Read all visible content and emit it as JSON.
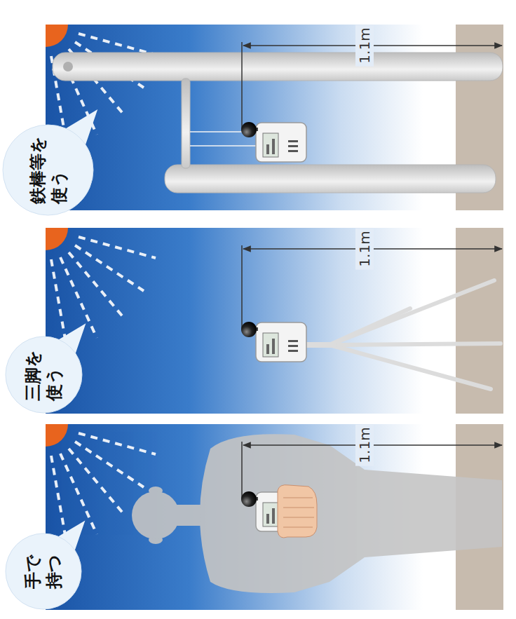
{
  "diagram": {
    "nodes": [
      {
        "text": [
          "鉄棒等を 使う"
        ]
      },
      {
        "text": [
          "三脚を 使う"
        ]
      },
      {
        "text": [
          "手で 持つ"
        ]
      }
    ],
    "labels": [
      "1.1m",
      "1.1m",
      "1.1m"
    ]
  }
}
